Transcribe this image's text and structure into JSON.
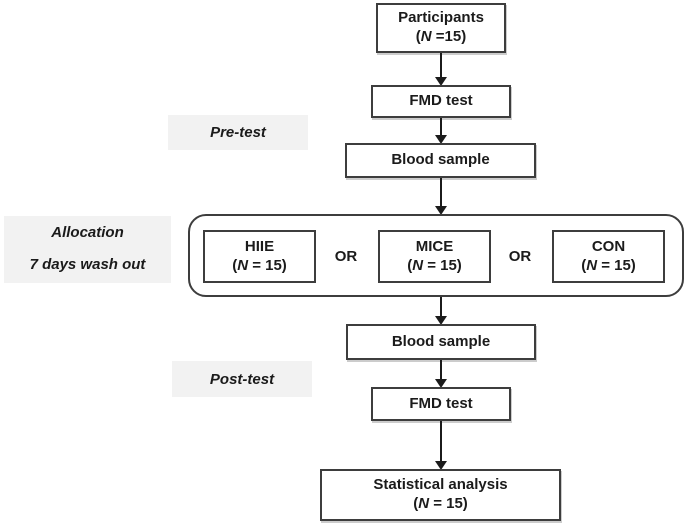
{
  "colors": {
    "background": "#ffffff",
    "border": "#3d3d3d",
    "text": "#1b1b1b",
    "label_bg": "#f2f2f2",
    "arrow": "#1b1b1b"
  },
  "stage_labels": {
    "pre_test": "Pre-test",
    "allocation_line1": "Allocation",
    "allocation_line2": "7 days wash out",
    "post_test": "Post-test"
  },
  "connectors": {
    "or": "OR"
  },
  "nodes": {
    "participants": {
      "title": "Participants",
      "sub_pre": "(",
      "sub_italic": "N",
      "sub_post": " =15)"
    },
    "fmd_test_pre": {
      "title": "FMD test"
    },
    "blood_sample_pre": {
      "title": "Blood sample"
    },
    "hiie": {
      "title": "HIIE",
      "sub_pre": "(",
      "sub_italic": "N",
      "sub_post": " = 15)"
    },
    "mice": {
      "title": "MICE",
      "sub_pre": "(",
      "sub_italic": "N",
      "sub_post": " = 15)"
    },
    "con": {
      "title": "CON",
      "sub_pre": "(",
      "sub_italic": "N",
      "sub_post": " = 15)"
    },
    "blood_sample_post": {
      "title": "Blood sample"
    },
    "fmd_test_post": {
      "title": "FMD test"
    },
    "statistical_analysis": {
      "title": "Statistical analysis",
      "sub_pre": "(",
      "sub_italic": "N",
      "sub_post": " = 15)"
    }
  }
}
